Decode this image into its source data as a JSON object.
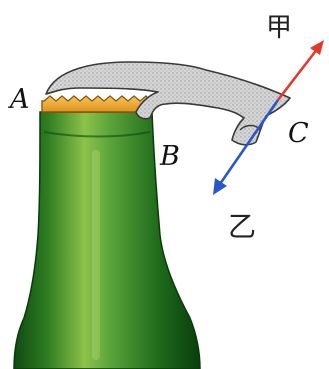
{
  "labels": {
    "a": "A",
    "b": "B",
    "c": "C",
    "force_up": "甲",
    "force_down": "乙"
  },
  "colors": {
    "bottle_green": "#1f6b1b",
    "bottle_highlight": "#8cc24a",
    "cap_gold": "#f0a52a",
    "opener_gray": "#c8c8c8",
    "arrow_up": "#e23a2a",
    "arrow_down": "#2a57c7"
  },
  "icons": {
    "opener": "bottle-opener-lever",
    "bottle": "glass-bottle",
    "cap": "bottle-cap"
  }
}
